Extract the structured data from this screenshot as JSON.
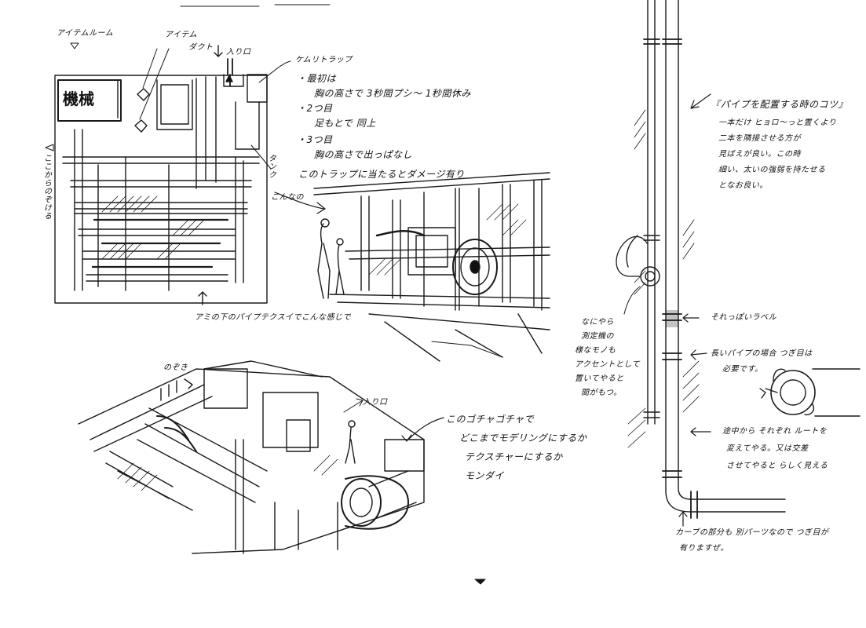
{
  "notes": {
    "item_room": "アイテムルーム",
    "item": "アイテム",
    "duct": "ダクト",
    "exit": "入り口",
    "machine": "機械",
    "tank": "タンク",
    "trap_title": "ケムリトラップ",
    "trap_lines": [
      "・最初は",
      "胸の高さで 3秒間プシ〜 1秒間休み",
      "・2つ目",
      "足もとで 同上",
      "・3つ目",
      "胸の高さで出っぱなし"
    ],
    "trap_damage": "このトラップに当たるとダメージ有り",
    "koutai": "こんなの",
    "left_vertical": "ここからのぞける",
    "pipes_below": "アミの下のパイプテクスイでこんな感じで",
    "nozoki": "のぞき",
    "exit2": "入り口",
    "gochagocha_lines": [
      "このゴチャゴチャで",
      "どこまでモデリングにするか",
      "テクスチャーにするか",
      "モンダイ"
    ],
    "pipe_tips_title": "『パイプを配置する時のコツ』",
    "pipe_tips_lines": [
      "一本だけ ヒョロ〜っと置くより",
      "二本を隣接させる方が",
      "見ばえが良い。この時",
      "細い、太いの強弱を持たせる",
      "となお良い。"
    ],
    "label_like": "それっぽいラベル",
    "long_pipe_lines": [
      "長いパイプの場合 つぎ目は",
      "必要です。"
    ],
    "meter_lines": [
      "なにやら",
      "測定機の",
      "様なモノも",
      "アクセントとして",
      "置いてやると",
      "間がもつ。"
    ],
    "route_lines": [
      "途中から それぞれ ルートを",
      "変えてやる。又は交差",
      "させてやると らしく見える"
    ],
    "curve_lines": [
      "カーブの部分も 別パーツなので つぎ目が",
      "有りますぜ。"
    ]
  }
}
